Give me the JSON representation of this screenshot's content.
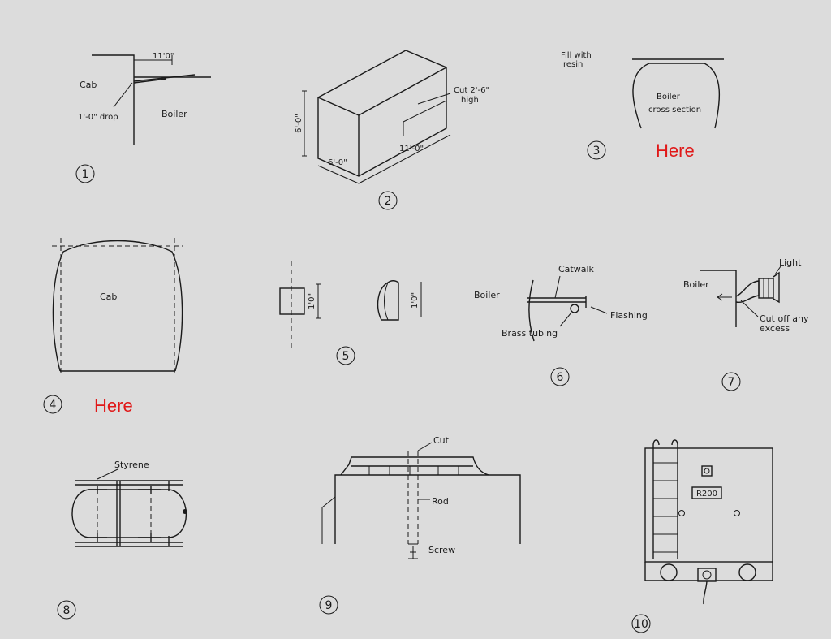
{
  "figures": {
    "fig1": {
      "number": "1",
      "cab": "Cab",
      "dim_top": "11'0\"",
      "drop": "1'-0\" drop",
      "boiler": "Boiler"
    },
    "fig2": {
      "number": "2",
      "height": "6'-0\"",
      "width": "6'-0\"",
      "length": "11'-0\"",
      "cut_line1": "Cut 2'-6\"",
      "cut_line2": "high"
    },
    "fig3": {
      "number": "3",
      "fill_line1": "Fill with",
      "fill_line2": "resin",
      "section_line1": "Boiler",
      "section_line2": "cross section",
      "here": "Here"
    },
    "fig4": {
      "number": "4",
      "cab": "Cab",
      "here": "Here"
    },
    "fig5": {
      "number": "5",
      "dim_a": "1'0\"",
      "dim_b": "1'0\""
    },
    "fig6": {
      "number": "6",
      "catwalk": "Catwalk",
      "boiler": "Boiler",
      "flashing": "Flashing",
      "tubing": "Brass tubing"
    },
    "fig7": {
      "number": "7",
      "light": "Light",
      "boiler": "Boiler",
      "cut_line1": "Cut off any",
      "cut_line2": "excess"
    },
    "fig8": {
      "number": "8",
      "styrene": "Styrene"
    },
    "fig9": {
      "number": "9",
      "cut": "Cut",
      "rod": "Rod",
      "screw": "Screw"
    },
    "fig10": {
      "number": "10",
      "plate": "R200"
    }
  },
  "colors": {
    "ink": "#1a1a1a",
    "paper": "#dcdcdc",
    "highlight": "#e01818"
  }
}
